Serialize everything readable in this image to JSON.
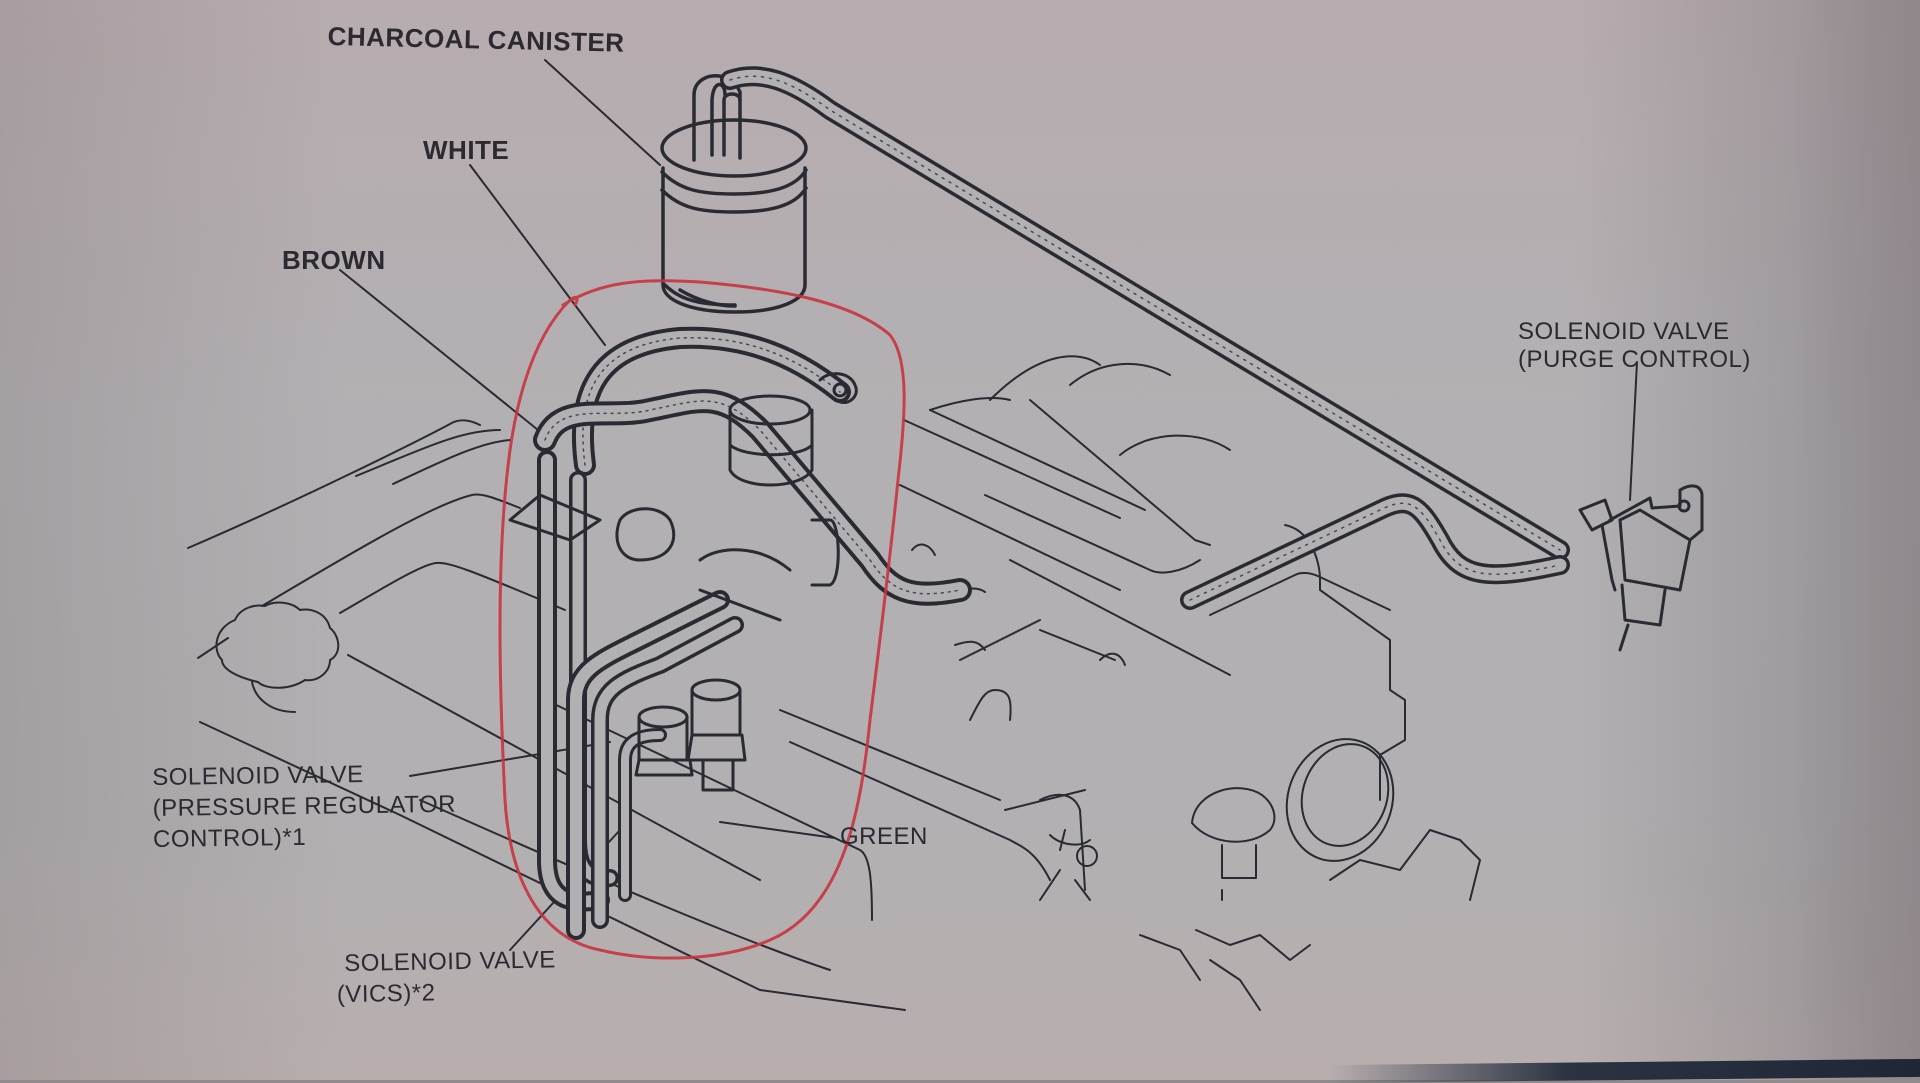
{
  "diagram": {
    "title": "Evaporative emission vacuum hose routing",
    "labels": {
      "charcoal_canister": "CHARCOAL CANISTER",
      "white": "WHITE",
      "brown": "BROWN",
      "green": "GREEN",
      "purge_valve": {
        "line1": "SOLENOID VALVE",
        "line2": "(PURGE CONTROL)"
      },
      "pressure_regulator_valve": {
        "line1": "SOLENOID VALVE",
        "line2": "(PRESSURE REGULATOR",
        "line3": "CONTROL)*1"
      },
      "vics_valve": {
        "line1": "SOLENOID VALVE",
        "line2": "(VICS)*2"
      }
    },
    "annotation": {
      "type": "hand-drawn circle",
      "color": "#c8343f",
      "note": "highlighted hose group around solenoid valves"
    },
    "colors": {
      "ink": "#2a2a32",
      "paper": "#b3b0b3"
    }
  }
}
